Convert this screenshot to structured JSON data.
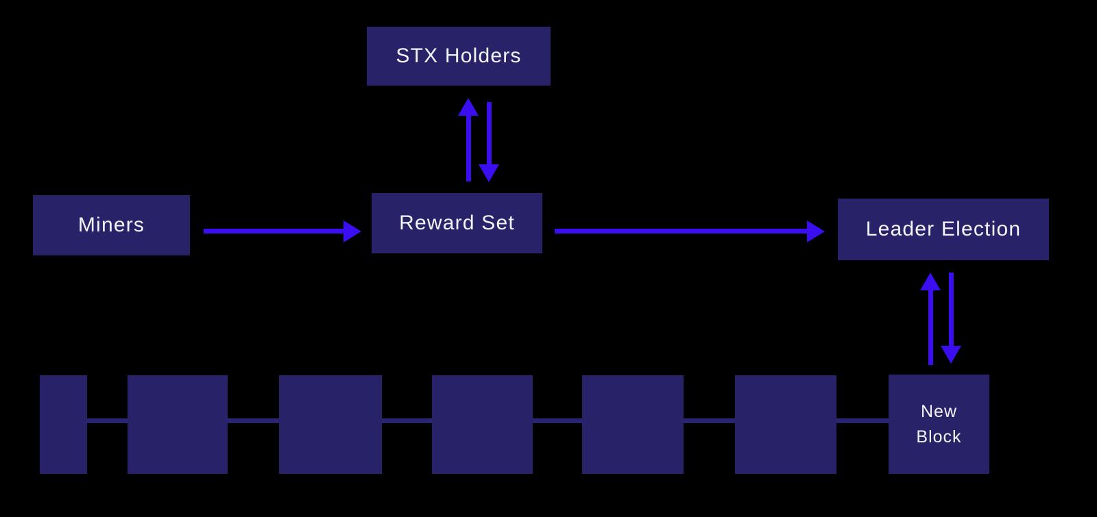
{
  "diagram": {
    "nodes": {
      "stx_holders": {
        "label": "STX Holders"
      },
      "miners": {
        "label": "Miners"
      },
      "reward_set": {
        "label": "Reward Set"
      },
      "leader_election": {
        "label": "Leader Election"
      },
      "new_block": {
        "label": "New Block"
      }
    },
    "edges": [
      {
        "from": "miners",
        "to": "reward_set",
        "type": "arrow"
      },
      {
        "from": "reward_set",
        "to": "stx_holders",
        "type": "bidirectional"
      },
      {
        "from": "reward_set",
        "to": "leader_election",
        "type": "arrow"
      },
      {
        "from": "leader_election",
        "to": "new_block",
        "type": "bidirectional"
      }
    ],
    "blockchain": {
      "block_count": 7,
      "labeled_block_index": 6,
      "labeled_block_label": "New Block"
    },
    "colors": {
      "background": "#000000",
      "node_fill": "#282369",
      "arrow": "#3a0ef0",
      "text": "#f4f3f8",
      "connector": "#2a2572"
    }
  }
}
